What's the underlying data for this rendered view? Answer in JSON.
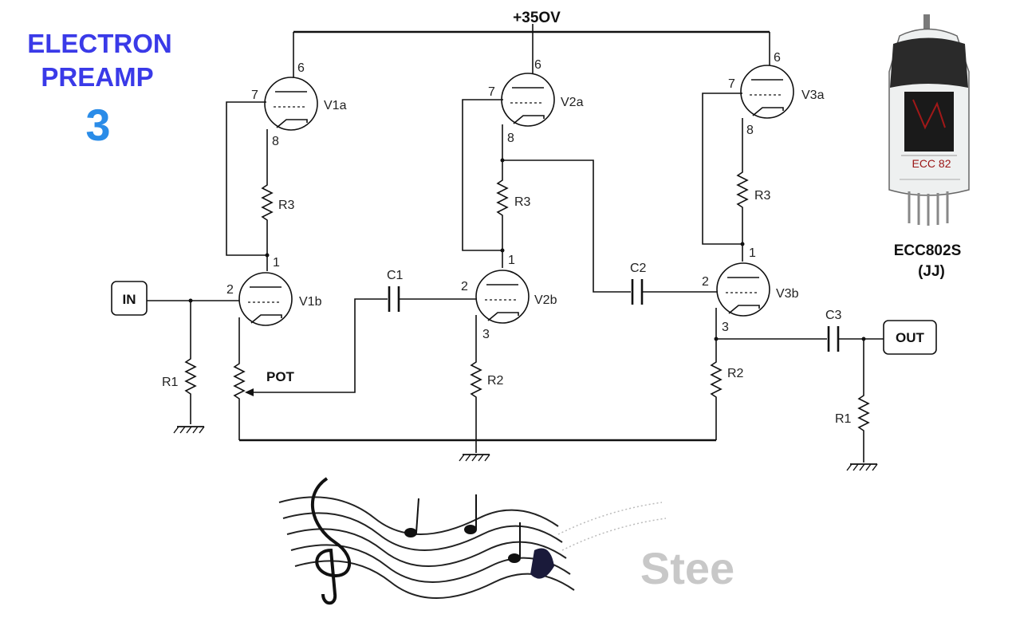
{
  "title": {
    "line1": "ELECTRON",
    "line2": "PREAMP",
    "number": "3"
  },
  "supply": "+35OV",
  "io": {
    "input": "IN",
    "output": "OUT"
  },
  "pot": "POT",
  "tube_photo": {
    "model": "ECC802S",
    "maker": "(JJ)",
    "print": "ECC 82"
  },
  "signature": "Stee",
  "pins": {
    "p1": "1",
    "p2": "2",
    "p3": "3",
    "p6": "6",
    "p7": "7",
    "p8": "8"
  },
  "tubes": {
    "v1a": "V1a",
    "v1b": "V1b",
    "v2a": "V2a",
    "v2b": "V2b",
    "v3a": "V3a",
    "v3b": "V3b"
  },
  "components": {
    "r1": "R1",
    "r2": "R2",
    "r3": "R3",
    "c1": "C1",
    "c2": "C2",
    "c3": "C3"
  }
}
